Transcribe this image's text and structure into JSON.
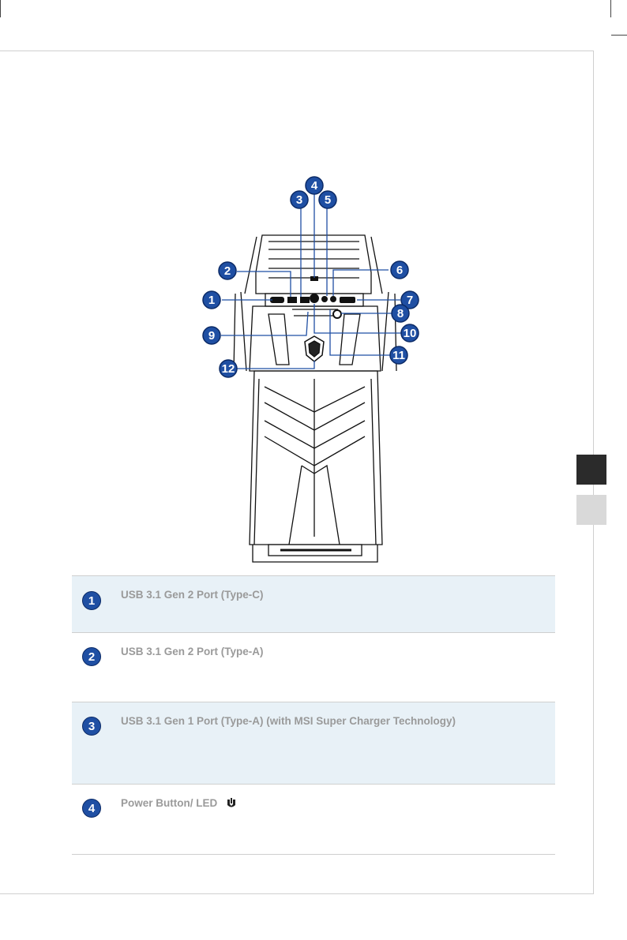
{
  "diagram": {
    "callouts": [
      "1",
      "2",
      "3",
      "4",
      "5",
      "6",
      "7",
      "8",
      "9",
      "10",
      "11",
      "12"
    ]
  },
  "ports": [
    {
      "number": "1",
      "label": "USB 3.1 Gen 2 Port (Type-C)"
    },
    {
      "number": "2",
      "label": "USB 3.1 Gen 2 Port (Type-A)"
    },
    {
      "number": "3",
      "label": "USB 3.1 Gen 1 Port (Type-A) (with MSI Super Charger Technology)"
    },
    {
      "number": "4",
      "label": "Power Button/ LED"
    }
  ],
  "icons": {
    "power_led": "power-led-icon"
  },
  "colors": {
    "callout_fill": "#1f4fa3",
    "row_shade": "#e8f1f7"
  }
}
